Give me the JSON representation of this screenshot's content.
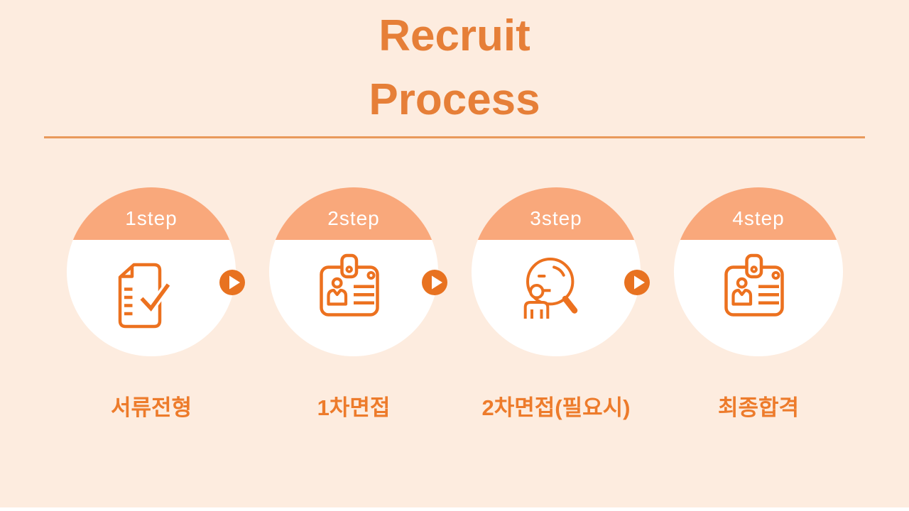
{
  "title": {
    "line1": "Recruit",
    "line2": "Process"
  },
  "colors": {
    "background": "#fdecdf",
    "title_text": "#e67f38",
    "divider": "#e9995b",
    "cap_fill": "#f9a87b",
    "cap_text": "#ffffff",
    "circle_fill": "#ffffff",
    "icon_stroke": "#ec711f",
    "arrow_fill": "#e87220",
    "label_text": "#ed7b2b"
  },
  "steps": [
    {
      "step": "1step",
      "label": "서류전형",
      "icon": "document-check-icon"
    },
    {
      "step": "2step",
      "label": "1차면접",
      "icon": "id-badge-icon"
    },
    {
      "step": "3step",
      "label": "2차면접(필요시)",
      "icon": "person-search-icon"
    },
    {
      "step": "4step",
      "label": "최종합격",
      "icon": "id-badge-icon"
    }
  ]
}
